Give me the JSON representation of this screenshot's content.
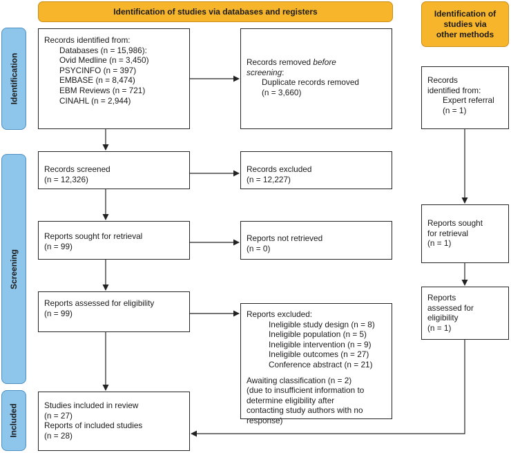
{
  "headers": {
    "databases": "Identification of studies via databases and registers",
    "other": [
      "Identification of",
      "studies via",
      "other methods"
    ]
  },
  "phases": {
    "identification": "Identification",
    "screening": "Screening",
    "included": "Included"
  },
  "boxes": {
    "records_identified": {
      "title": "Records identified from:",
      "items": [
        "Databases (n = 15,986):",
        "Ovid Medline (n = 3,450)",
        "PSYCINFO (n = 397)",
        "EMBASE (n = 8,474)",
        "EBM Reviews (n = 721)",
        "CINAHL (n = 2,944)"
      ]
    },
    "records_removed": {
      "line1_pre": "Records removed ",
      "line1_em": "before",
      "line2": "screening",
      "line2_post": ":",
      "item1": "Duplicate records removed",
      "item2": "(n = 3,660)"
    },
    "records_screened": {
      "line1": "Records screened",
      "line2": "(n = 12,326)"
    },
    "records_excluded": {
      "line1": "Records excluded",
      "line2": "(n = 12,227)"
    },
    "reports_sought": {
      "line1": "Reports sought for retrieval",
      "line2": "(n = 99)"
    },
    "reports_not_retrieved": {
      "line1": "Reports not retrieved",
      "line2": "(n = 0)"
    },
    "reports_assessed": {
      "line1": "Reports assessed for eligibility",
      "line2": "(n = 99)"
    },
    "reports_excluded": {
      "title": "Reports excluded:",
      "items": [
        "Ineligible study design (n = 8)",
        "Ineligible population (n = 5)",
        "Ineligible intervention (n = 9)",
        "Ineligible outcomes (n = 27)",
        "Conference abstract (n = 21)"
      ],
      "awaiting": "Awaiting classification (n = 2)",
      "awaiting_note": [
        "(due to insufficient information to",
        "determine eligibility after",
        "contacting study authors with no",
        "response)"
      ]
    },
    "included": {
      "lines": [
        "Studies included in review",
        "(n = 27)",
        "Reports of included studies",
        "(n = 28)"
      ]
    },
    "other_identified": {
      "lines": [
        "Records",
        "identified from:"
      ],
      "item1": "Expert referral",
      "item2": "(n = 1)"
    },
    "other_sought": {
      "lines": [
        "Reports sought",
        "for retrieval",
        "(n = 1)"
      ]
    },
    "other_assessed": {
      "lines": [
        "Reports",
        "assessed for",
        "eligibility",
        "(n = 1)"
      ]
    }
  },
  "colors": {
    "header": "#f7b52c",
    "phase": "#8ec5ea",
    "line": "#222222"
  }
}
